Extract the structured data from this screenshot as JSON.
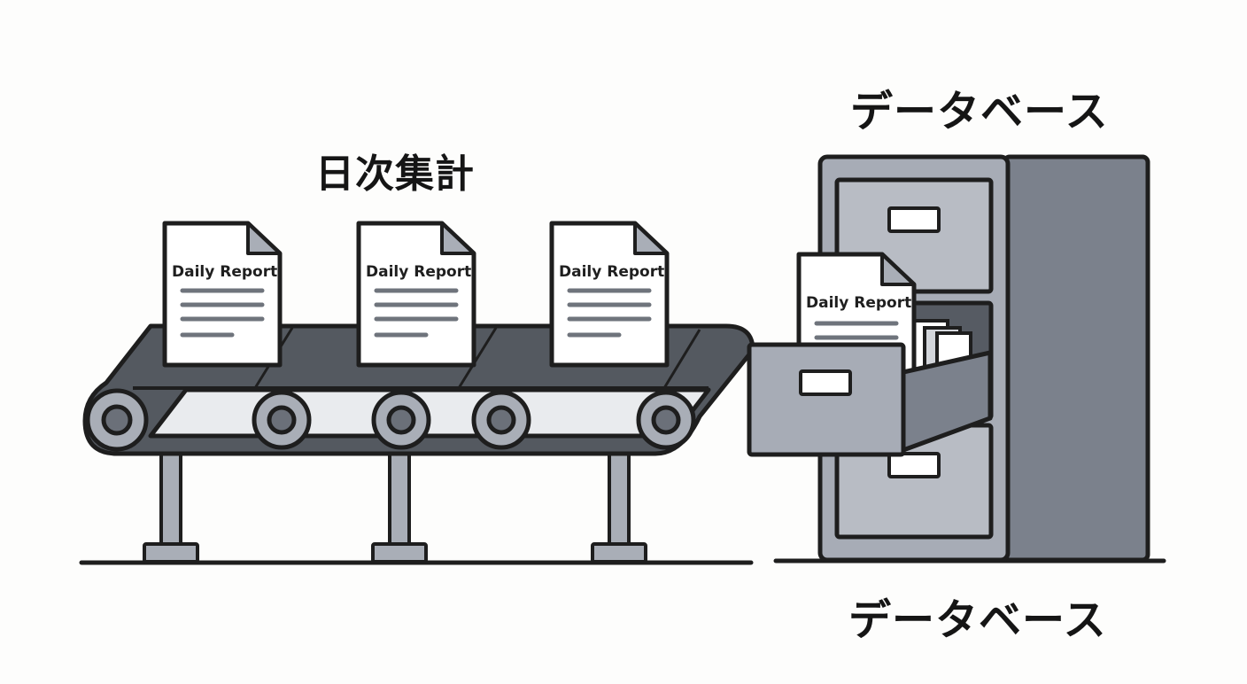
{
  "labels": {
    "process": "日次集計",
    "database_top": "データベース",
    "database_bottom": "データベース"
  },
  "documents": [
    {
      "title": "Daily Report"
    },
    {
      "title": "Daily Report"
    },
    {
      "title": "Daily Report"
    },
    {
      "title": "Daily Report"
    }
  ],
  "colors": {
    "outline": "#1e1e1e",
    "belt_dark": "#54585f",
    "cabinet_front": "#a7acb6",
    "cabinet_side": "#7b818c",
    "paper": "#ffffff",
    "text_line": "#6f747c"
  }
}
